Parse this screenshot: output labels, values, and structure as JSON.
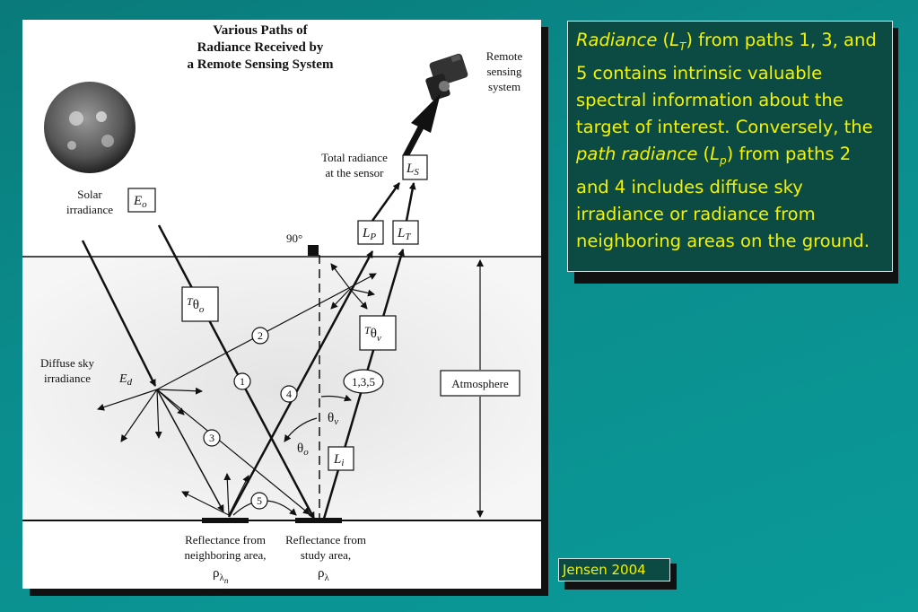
{
  "figure": {
    "title_lines": [
      "Various Paths of",
      "Radiance Received by",
      "a Remote Sensing System"
    ],
    "remote_sensing_system_lines": [
      "Remote",
      "sensing",
      "system"
    ],
    "total_radiance_lines": [
      "Total radiance",
      "at the sensor"
    ],
    "solar_irradiance_lines": [
      "Solar",
      "irradiance"
    ],
    "diffuse_sky_lines": [
      "Diffuse sky",
      "irradiance"
    ],
    "atmosphere": "Atmosphere",
    "angle_90": "90°",
    "neighboring_reflectance_lines": [
      "Reflectance from",
      "neighboring area,"
    ],
    "study_reflectance_lines": [
      "Reflectance from",
      "study area,"
    ],
    "path_numbers": [
      "1",
      "2",
      "3",
      "4",
      "5"
    ],
    "path_135": "1,3,5",
    "symbols": {
      "E": "E",
      "o": "o",
      "d": "d",
      "L": "L",
      "S": "S",
      "P": "P",
      "T": "T",
      "i": "i",
      "theta": "θ",
      "v": "v",
      "rho": "ρ",
      "lambda": "λ",
      "n": "n"
    }
  },
  "textbox": {
    "part1_italic": "Radiance",
    "part2": " (",
    "L": "L",
    "T_sub": "T",
    "part3": ") from paths 1, 3, and 5 contains intrinsic valuable spectral information about the target of interest. Conversely, the ",
    "path_radiance_italic": "path radiance",
    "part4": " (",
    "p_sub": "p",
    "part5": ") from paths 2 and 4 includes diffuse sky irradiance or radiance from neighboring areas on the ground."
  },
  "citation": "Jensen 2004",
  "colors": {
    "background": "#0a8c8c",
    "text_yellow": "#f3f300",
    "box_bg": "#0c4a44"
  }
}
